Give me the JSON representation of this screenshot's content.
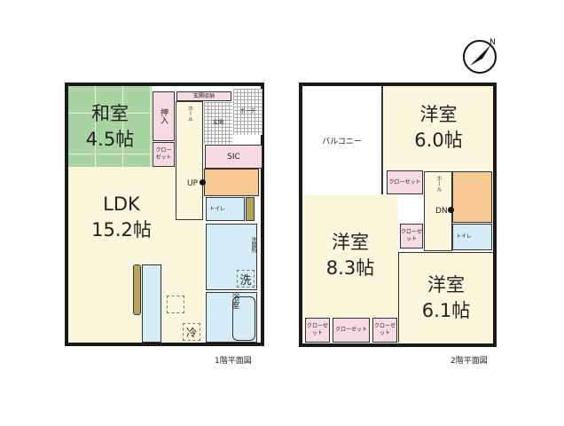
{
  "compass": {
    "label": "N"
  },
  "floor1": {
    "caption": "1階平面図",
    "washitsu": {
      "name": "和室",
      "size": "4.5帖"
    },
    "oshiire": "押入",
    "closet": "クローゼット",
    "hall": "ホール",
    "genkan_storage": "玄関収納",
    "genkan": "玄関",
    "porch": "ポーチ",
    "sic": "SIC",
    "up": "UP",
    "toilet": "トイレ",
    "ldk": {
      "name": "LDK",
      "size": "15.2帖"
    },
    "washroom": "洗面所",
    "washer": "洗",
    "bath": "浴室",
    "fridge": "冷"
  },
  "floor2": {
    "caption": "2階平面図",
    "balcony": "バルコニー",
    "room_a": {
      "name": "洋室",
      "size": "6.0帖"
    },
    "room_b": {
      "name": "洋室",
      "size": "8.3帖"
    },
    "room_c": {
      "name": "洋室",
      "size": "6.1帖"
    },
    "closet": "クローゼット",
    "hall": "ホール",
    "dn": "DN",
    "toilet": "トイレ"
  },
  "colors": {
    "tatami": "#a9d3a0",
    "room": "#fbf7dc",
    "storage": "#f7dbe3",
    "wet": "#d6ecf6",
    "stairs": "#f5c991"
  }
}
